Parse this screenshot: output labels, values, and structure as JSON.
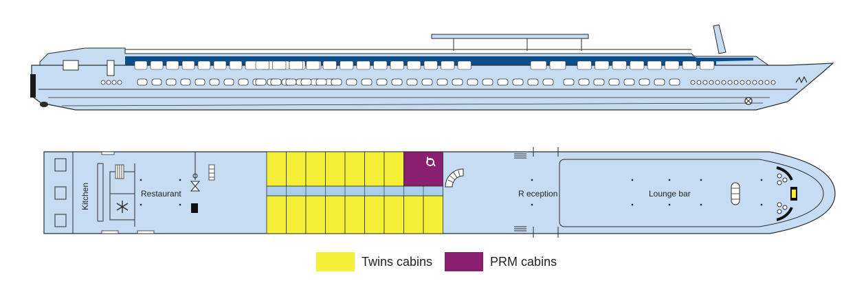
{
  "colors": {
    "hull": "#c5dcf2",
    "stroke": "#2a2a2a",
    "window_band": "#0d4f8c",
    "window": "#ffffff",
    "twin": "#f5ef38",
    "prm": "#8a1f6f",
    "corridor": "#a9d0ea"
  },
  "labels": {
    "kitchen": "Kitchen",
    "restaurant": "Restaurant",
    "reception": "R eception",
    "lounge_bar": "Lounge bar"
  },
  "icons": {
    "wheelchair": "wheelchair-icon",
    "snowflake": "snowflake-icon",
    "stairs": "spiral-stairs-icon"
  },
  "legend": [
    {
      "label": "Twins cabins",
      "color": "#f5ef38"
    },
    {
      "label": "PRM cabins",
      "color": "#8a1f6f"
    }
  ]
}
